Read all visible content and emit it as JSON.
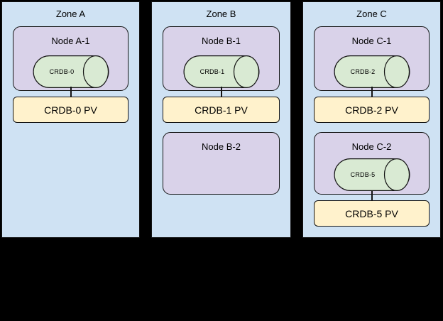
{
  "colors": {
    "canvas_bg": "#000000",
    "zone_fill": "#cfe2f3",
    "node_fill": "#d9d2e9",
    "db_fill": "#d9ead3",
    "pv_fill": "#fff2cc",
    "line": "#141414"
  },
  "zones": [
    {
      "label": "Zone A",
      "nodes": [
        {
          "label": "Node A-1",
          "db": "CRDB-0",
          "pv": "CRDB-0 PV"
        }
      ]
    },
    {
      "label": "Zone B",
      "nodes": [
        {
          "label": "Node B-1",
          "db": "CRDB-1",
          "pv": "CRDB-1 PV"
        },
        {
          "label": "Node B-2"
        }
      ]
    },
    {
      "label": "Zone C",
      "nodes": [
        {
          "label": "Node C-1",
          "db": "CRDB-2",
          "pv": "CRDB-2 PV"
        },
        {
          "label": "Node C-2",
          "db": "CRDB-5",
          "pv": "CRDB-5 PV"
        }
      ]
    }
  ]
}
